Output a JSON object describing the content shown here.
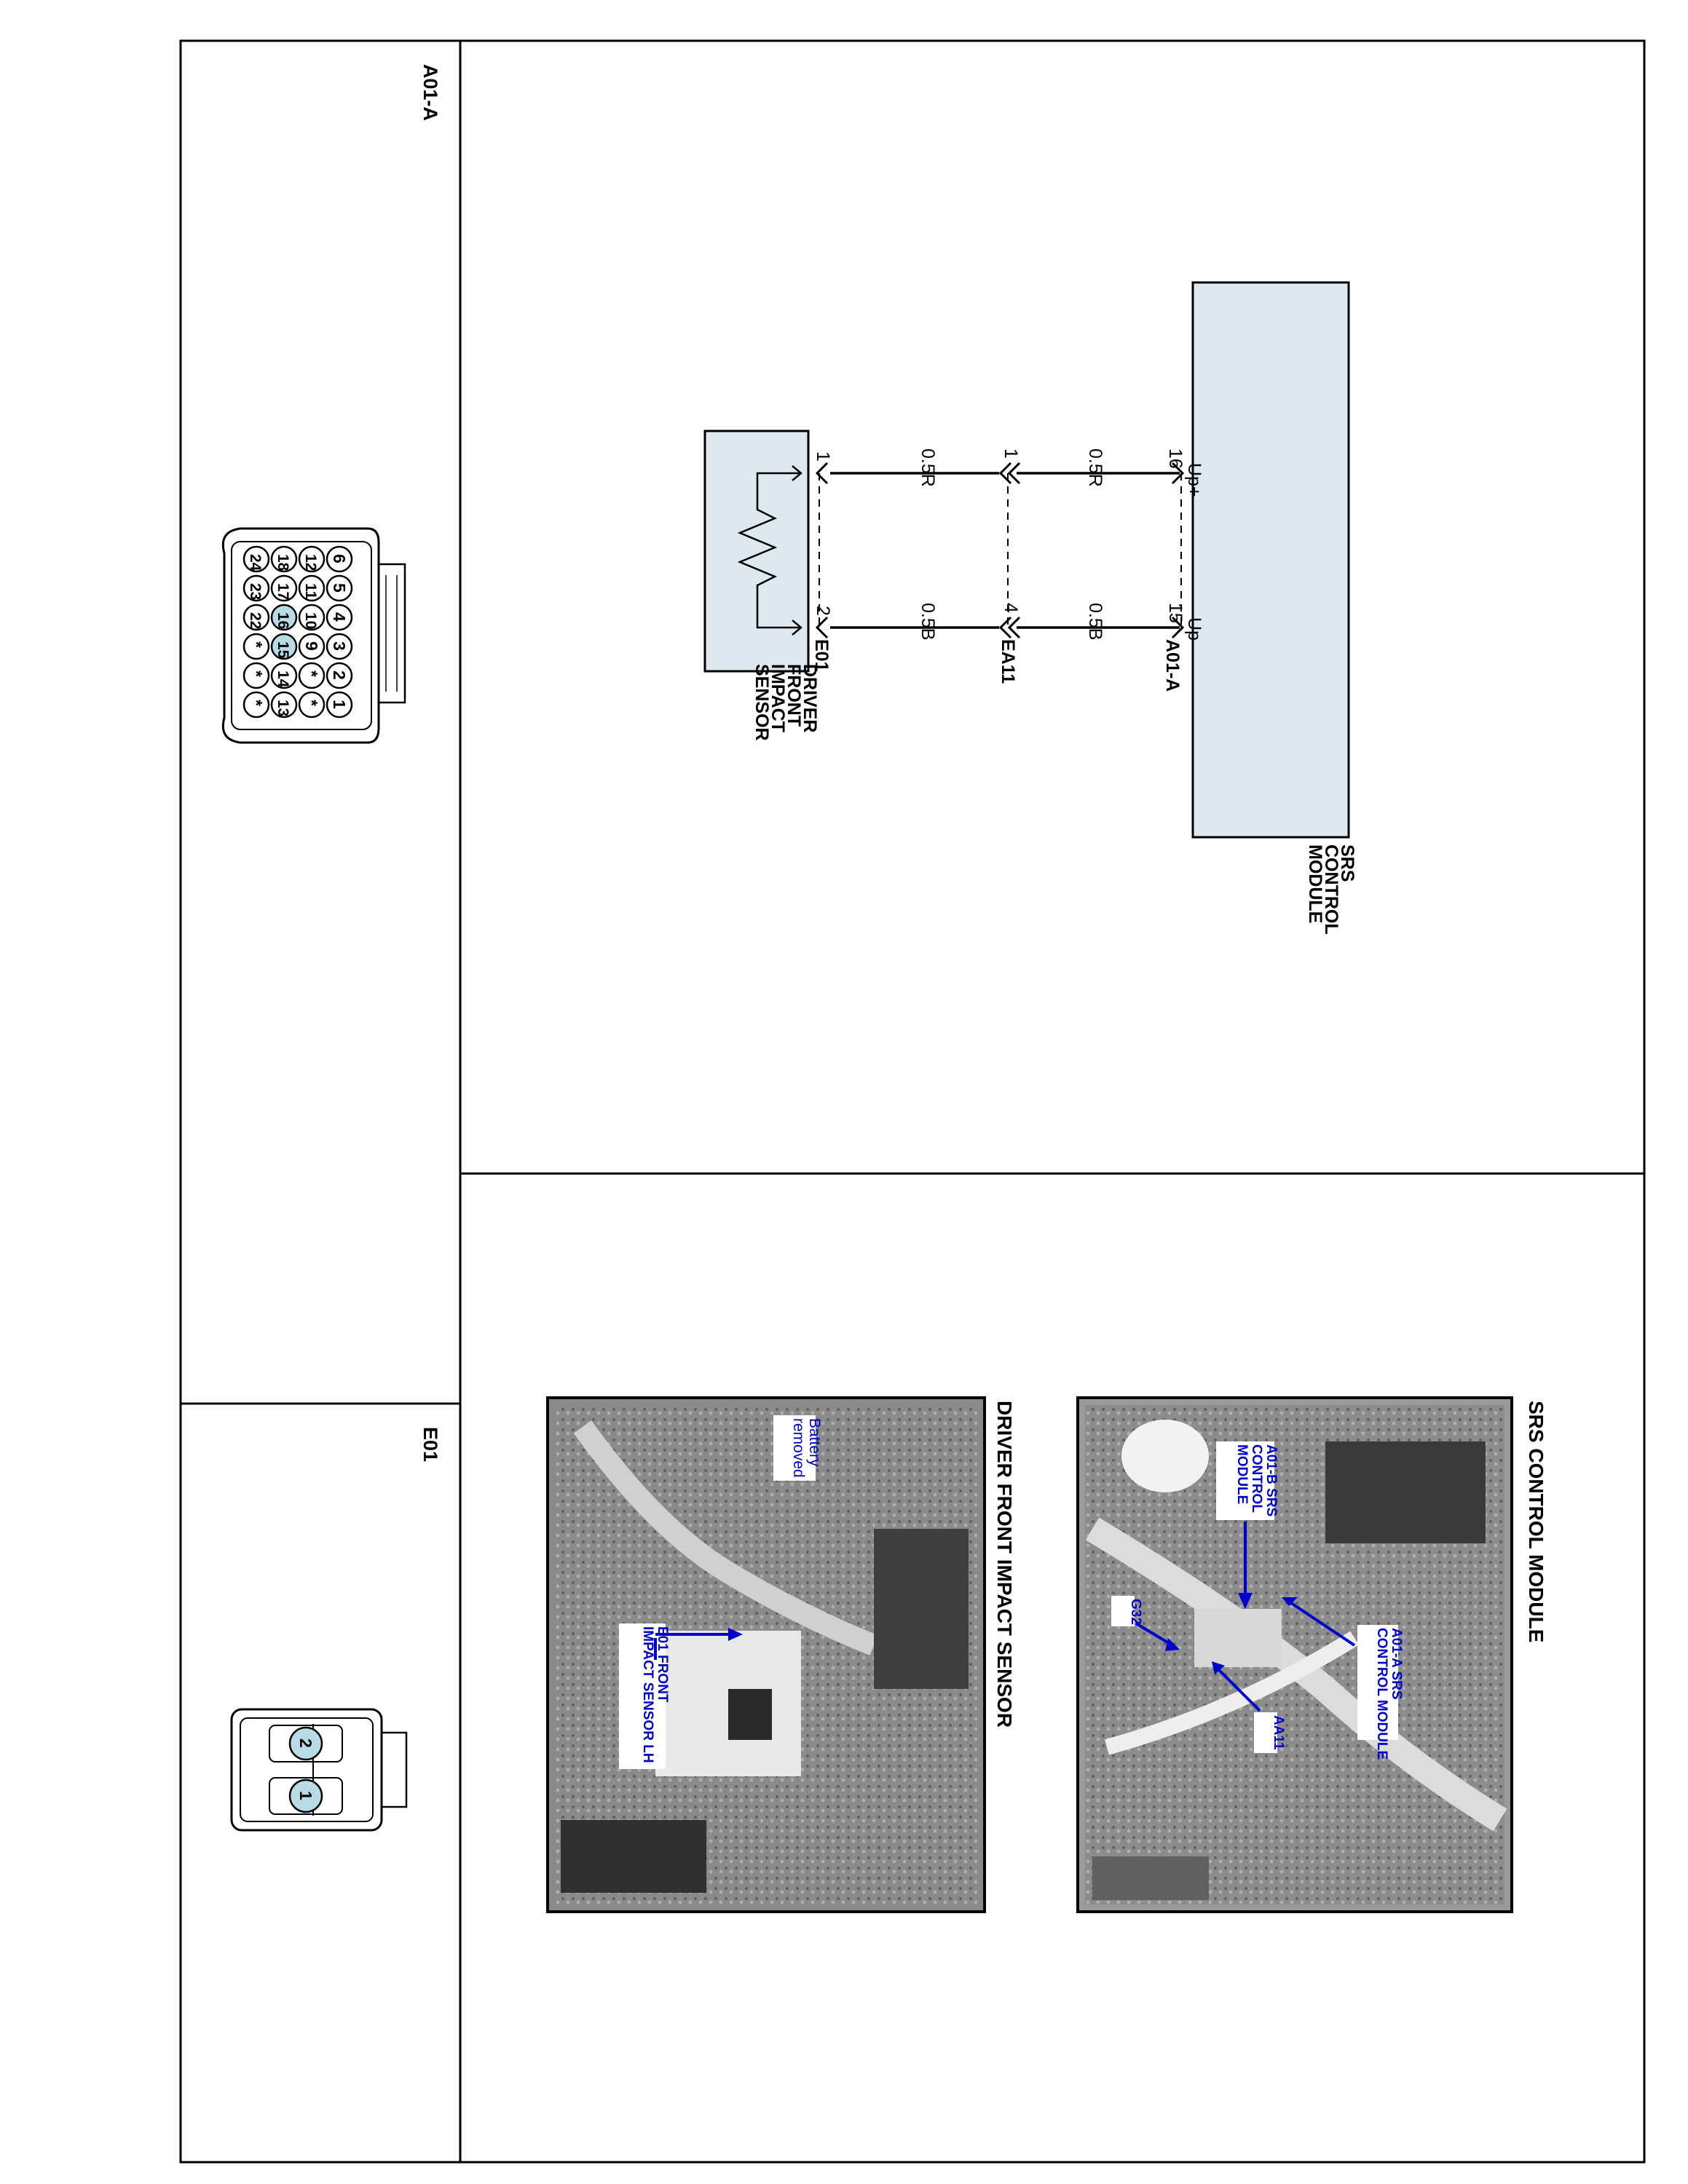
{
  "connectors": {
    "a01a": {
      "title": "A01-A",
      "highlight_color": "#b7dce6",
      "pins": [
        {
          "label": "6"
        },
        {
          "label": "5"
        },
        {
          "label": "4"
        },
        {
          "label": "3"
        },
        {
          "label": "2"
        },
        {
          "label": "1"
        },
        {
          "label": "12"
        },
        {
          "label": "11"
        },
        {
          "label": "10"
        },
        {
          "label": "9"
        },
        {
          "label": "*"
        },
        {
          "label": "*"
        },
        {
          "label": "18"
        },
        {
          "label": "17"
        },
        {
          "label": "16",
          "used": true
        },
        {
          "label": "15",
          "used": true
        },
        {
          "label": "14"
        },
        {
          "label": "13"
        },
        {
          "label": "24"
        },
        {
          "label": "23"
        },
        {
          "label": "22"
        },
        {
          "label": "*"
        },
        {
          "label": "*"
        },
        {
          "label": "*"
        }
      ]
    },
    "e01": {
      "title": "E01",
      "pins": [
        {
          "label": "2"
        },
        {
          "label": "1"
        }
      ]
    }
  },
  "schematic": {
    "module_fill": "#dde9ee",
    "srs_module": {
      "line1": "SRS",
      "line2": "CONTROL",
      "line3": "MODULE"
    },
    "up_plus": "Up+",
    "up_minus": "Up-",
    "connector_a01a": "A01-A",
    "connector_ea11": "EA11",
    "connector_e01": "E01",
    "pin16": "16",
    "pin15": "15",
    "pin1_ea11": "1",
    "pin4_ea11": "4",
    "pin1_e01": "1",
    "pin2_e01": "2",
    "wire_a1": "0.5R",
    "wire_a2": "0.5R",
    "wire_b1": "0.5B",
    "wire_b2": "0.5B",
    "sensor": {
      "line1": "DRIVER",
      "line2": "FRONT",
      "line3": "IMPACT",
      "line4": "SENSOR"
    }
  },
  "photos": {
    "srs": {
      "title": "SRS CONTROL MODULE",
      "label_a01b": [
        "A01-B SRS",
        "CONTROL",
        "MODULE"
      ],
      "label_a01a": [
        "A01-A SRS",
        "CONTROL MODULE"
      ],
      "label_g32": "G32",
      "label_aa11": "AA11"
    },
    "sensor": {
      "title": "DRIVER FRONT IMPACT SENSOR",
      "label_battery": [
        "Battery",
        "removed"
      ],
      "label_e01": [
        "E01 FRONT",
        "IMPACT SENSOR LH"
      ]
    }
  }
}
